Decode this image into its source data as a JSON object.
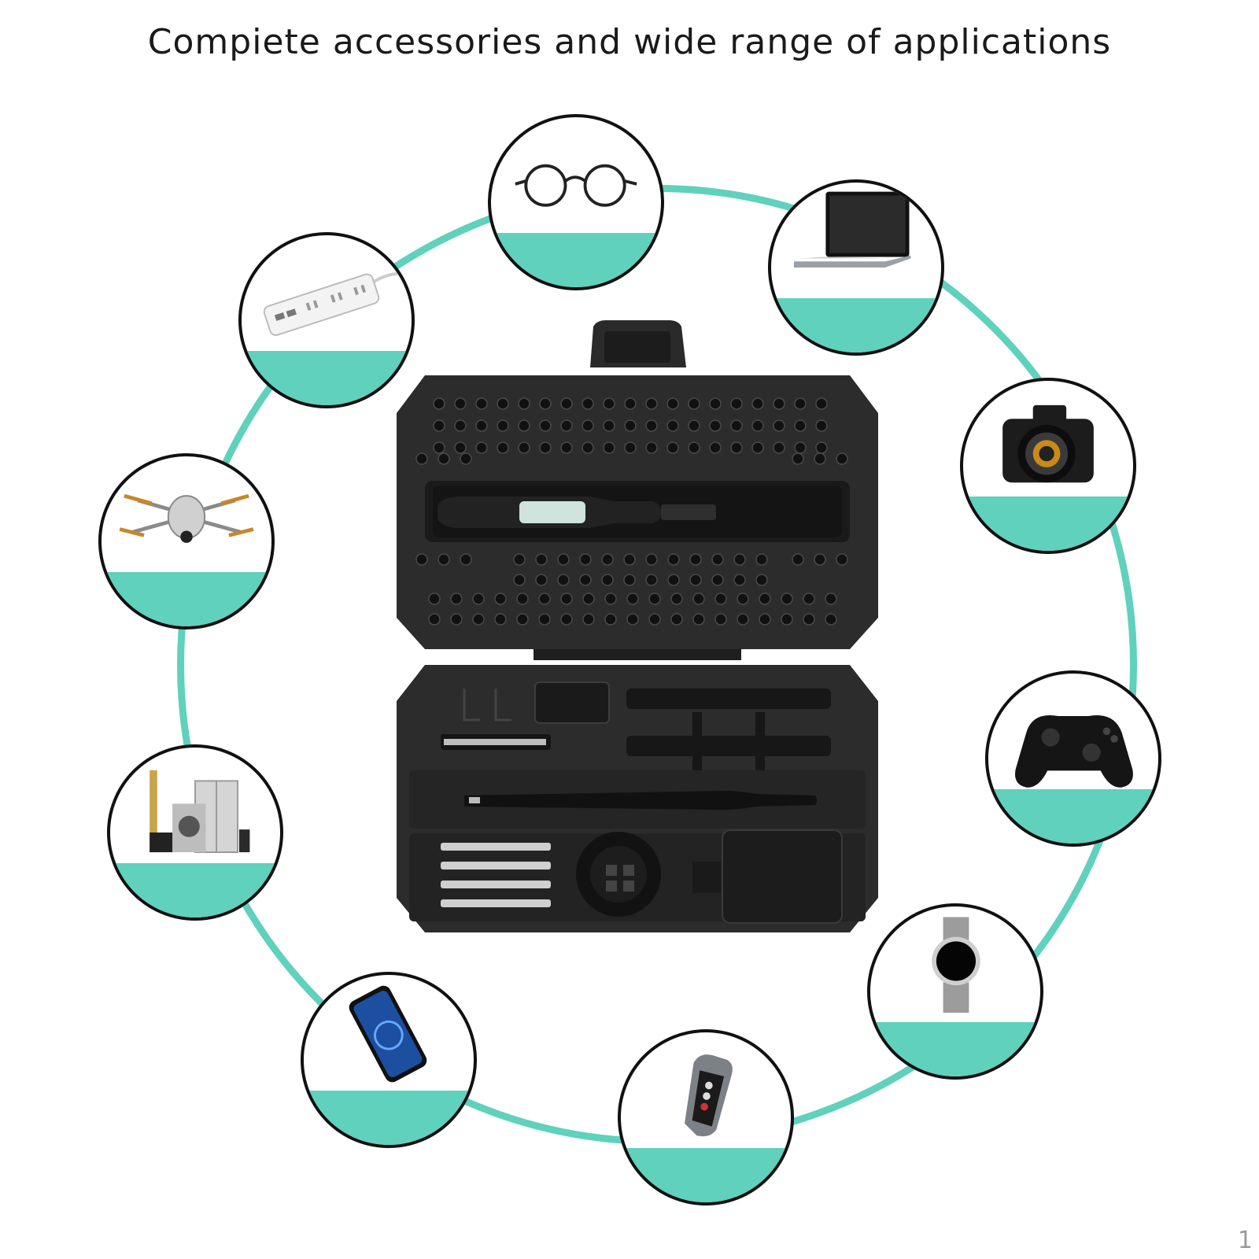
{
  "headline": "Compiete accessories and wide range of applications",
  "page_number": "1",
  "colors": {
    "accent": "#5fd1bd",
    "case": "#2a2a2a",
    "case_dark": "#1a1a1a",
    "bit": "#111111"
  },
  "applications": [
    {
      "name": "eyeglasses",
      "icon": "glasses-icon"
    },
    {
      "name": "laptop",
      "icon": "laptop-icon"
    },
    {
      "name": "camera",
      "icon": "camera-icon"
    },
    {
      "name": "game controller",
      "icon": "gamepad-icon"
    },
    {
      "name": "watch",
      "icon": "watch-icon"
    },
    {
      "name": "car key",
      "icon": "car-key-icon"
    },
    {
      "name": "smartphone",
      "icon": "phone-icon"
    },
    {
      "name": "home appliances",
      "icon": "appliances-icon"
    },
    {
      "name": "drone",
      "icon": "drone-icon"
    },
    {
      "name": "power strip",
      "icon": "power-strip-icon"
    }
  ]
}
